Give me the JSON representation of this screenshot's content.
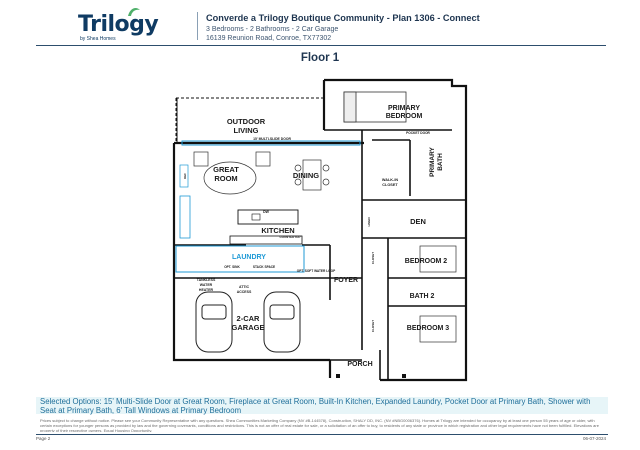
{
  "header": {
    "logo_text": "Trilogy",
    "logo_sub": "by Shea Homes",
    "title": "Converde a Trilogy Boutique Community - Plan 1306 - Connect",
    "specs": "3 Bedrooms - 2 Bathrooms - 2 Car Garage",
    "address": "16139 Reunion Road, Conroe, TX77302"
  },
  "floor_title": "Floor 1",
  "rooms": {
    "outdoor_living_1": "OUTDOOR",
    "outdoor_living_2": "LIVING",
    "multi_slide_door": "15&#39; MULTI-SLIDE DOOR",
    "primary_bedroom_1": "PRIMARY",
    "primary_bedroom_2": "BEDROOM",
    "pocket_door": "POCKET DOOR",
    "primary_bath_1": "PRIMARY",
    "primary_bath_2": "BATH",
    "walk_in_closet_1": "WALK-IN",
    "walk_in_closet_2": "CLOSET",
    "great_room_1": "GREAT",
    "great_room_2": "ROOM",
    "dining": "DINING",
    "kitchen": "KITCHEN",
    "den": "DEN",
    "laundry": "LAUNDRY",
    "bedroom_2": "BEDROOM 2",
    "bath_2": "BATH 2",
    "bedroom_3": "BEDROOM 3",
    "foyer": "FOYER",
    "garage_1": "2-CAR",
    "garage_2": "GARAGE",
    "porch": "PORCH",
    "tankless_1": "TANKLESS",
    "tankless_2": "WATER",
    "tankless_3": "HEATER",
    "attic_1": "ATTIC",
    "attic_2": "ACCESS",
    "dw": "DW",
    "countertop": "COUNTERTOP",
    "opt_sink": "OPT. SINK",
    "opt_soft_water_loop": "OPT. SOFT WATER LOOP",
    "stack_space": "STACK SPACE",
    "closet": "CLOSET",
    "ref": "REF",
    "linen": "LINEN"
  },
  "footer": {
    "selected_options": "Selected Options: 15' Multi-Slide Door at Great Room, Fireplace at Great Room, Built-In Kitchen, Expanded Laundry, Pocket Door at Primary Bath, Shower with Seat at Primary Bath, 6' Tall Windows at Primary Bedroom",
    "fine_print": "Prices subject to change without notice. Please see your Community Representative with any questions. Shea Communities Marketing Company (NV #B-144578), Construction, SHALY DD, INC. (NV #NBG0006376). Homes at Trilogy are intended for occupancy by at least one person 55 years of age or older, with certain exceptions for younger persons as provided by law and the governing covenants, conditions and restrictions. This is not an offer of real estate for sale, or a solicitation of an offer to buy, to residents of any state or province in which registration and other legal requirements have not been fulfilled. Elevations are property of their respective owners. Equal Housing Opportunity.",
    "page": "Page 2",
    "date": "06-07-2024"
  },
  "colors": {
    "brand_navy": "#1e3550",
    "room_outline": "#111111",
    "option_blue": "#1f9ad6",
    "selected_text": "#1f6f9a"
  }
}
